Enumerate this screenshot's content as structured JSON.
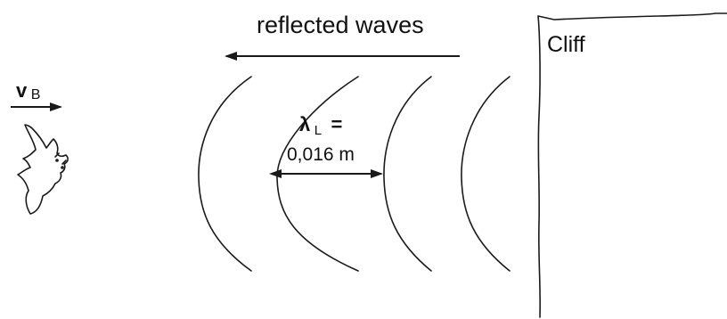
{
  "diagram": {
    "title": "reflected waves",
    "cliff_label": "Cliff",
    "velocity": {
      "symbol": "v",
      "subscript": "B"
    },
    "wavelength": {
      "symbol": "λ",
      "subscript": "L",
      "equals": "=",
      "value": "0,016 m"
    },
    "colors": {
      "ink": "#1a1a1a",
      "background": "#ffffff"
    },
    "icons": [
      "bat-icon",
      "arrow-left-icon",
      "arrow-right-icon",
      "double-arrow-icon"
    ]
  }
}
